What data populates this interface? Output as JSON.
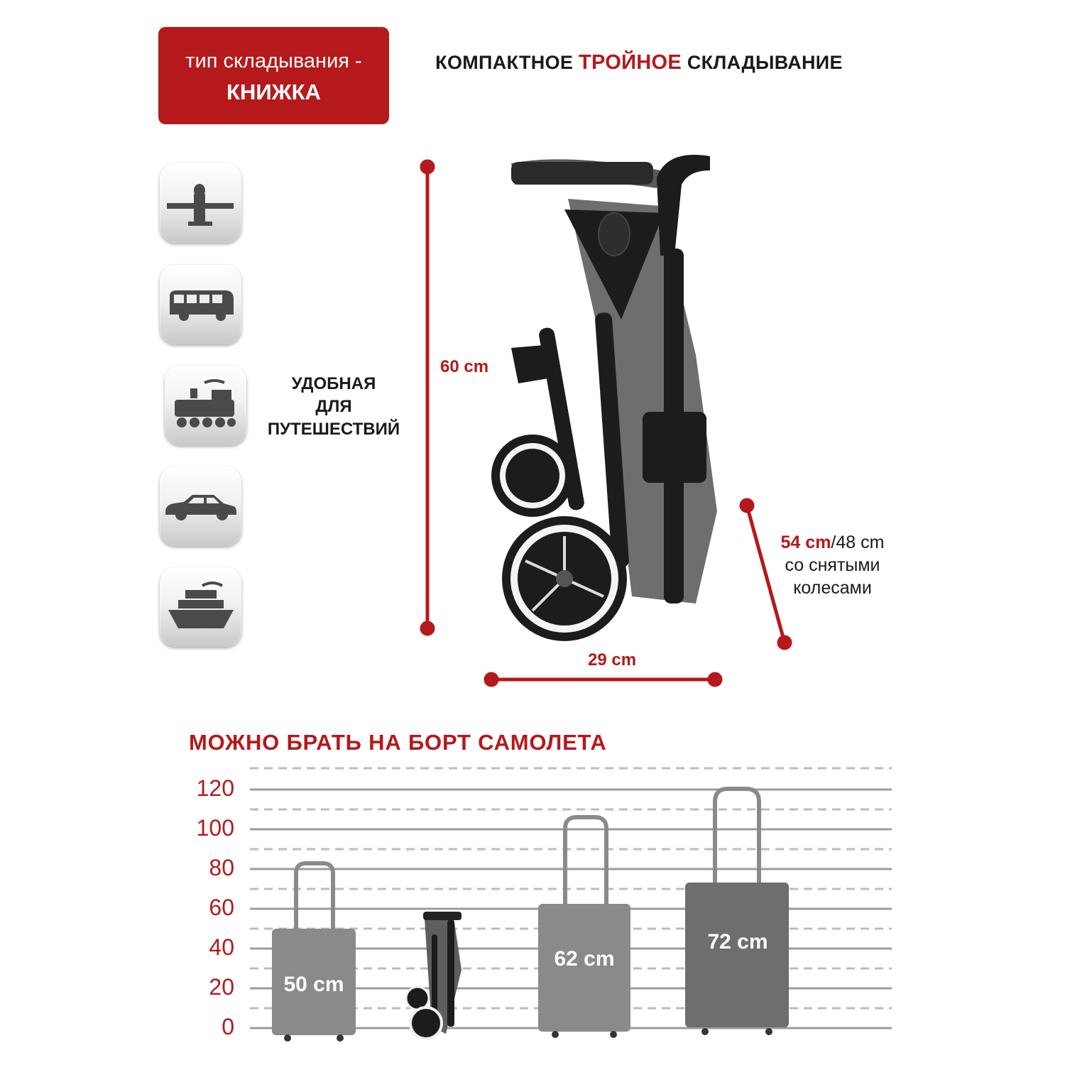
{
  "badge": {
    "line1": "тип складывания -",
    "line2": "КНИЖКА"
  },
  "headline": {
    "part1": "КОМПАКТНОЕ ",
    "highlight": "ТРОЙНОЕ",
    "part2": " СКЛАДЫВАНИЕ"
  },
  "icons": [
    "airplane-icon",
    "bus-icon",
    "train-icon",
    "car-icon",
    "ship-icon"
  ],
  "travel": {
    "line1": "УДОБНАЯ",
    "line2": "ДЛЯ",
    "line3": "ПУТЕШЕСТВИЙ"
  },
  "dimensions": {
    "height": "60 cm",
    "width": "29 cm",
    "depth_main": "54 cm",
    "depth_alt": "/48 cm",
    "depth_note1": "со снятыми",
    "depth_note2": "колесами"
  },
  "chart": {
    "title": "МОЖНО БРАТЬ НА БОРТ САМОЛЕТА",
    "ticks": [
      "120",
      "100",
      "80",
      "60",
      "40",
      "20",
      "0"
    ],
    "suitcases": [
      {
        "label": "50 cm",
        "height_cm": 50
      },
      {
        "label": "62 cm",
        "height_cm": 62
      },
      {
        "label": "72 cm",
        "height_cm": 72
      }
    ]
  },
  "colors": {
    "accent": "#b5191b",
    "suitcase": "#8a8a8a",
    "stroller": "#1c1c1c"
  }
}
